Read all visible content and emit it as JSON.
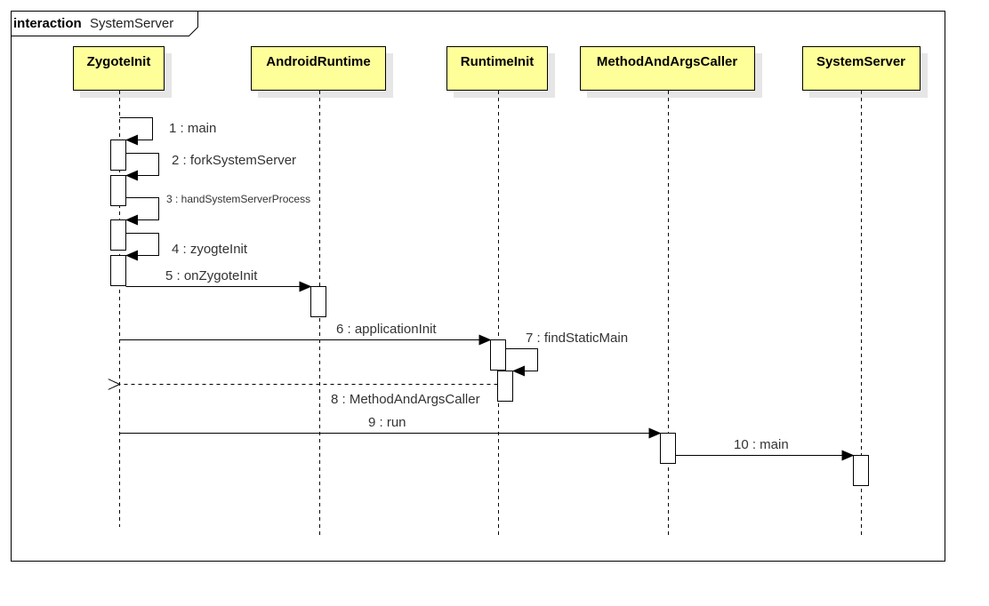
{
  "frame": {
    "keyword": "interaction",
    "name": "SystemServer"
  },
  "colors": {
    "lifeline_fill": "#ffff99",
    "shadow": "#e6e6e6",
    "line": "#000000",
    "text": "#333333"
  },
  "lifelines": [
    {
      "id": "zygote",
      "name": "ZygoteInit"
    },
    {
      "id": "runtime",
      "name": "AndroidRuntime"
    },
    {
      "id": "rtinit",
      "name": "RuntimeInit"
    },
    {
      "id": "maac",
      "name": "MethodAndArgsCaller"
    },
    {
      "id": "sysserver",
      "name": "SystemServer"
    }
  ],
  "messages": [
    {
      "label": "1 : main",
      "type": "self"
    },
    {
      "label": "2 : forkSystemServer",
      "type": "self"
    },
    {
      "label": "3 : handSystemServerProcess",
      "type": "self"
    },
    {
      "label": "4 : zyogteInit",
      "type": "self"
    },
    {
      "label": "5 : onZygoteInit",
      "type": "sync"
    },
    {
      "label": "6 : applicationInit",
      "type": "sync"
    },
    {
      "label": "7 : findStaticMain",
      "type": "self"
    },
    {
      "label": "8 : MethodAndArgsCaller",
      "type": "return"
    },
    {
      "label": "9 : run",
      "type": "sync"
    },
    {
      "label": "10 : main",
      "type": "sync"
    }
  ]
}
